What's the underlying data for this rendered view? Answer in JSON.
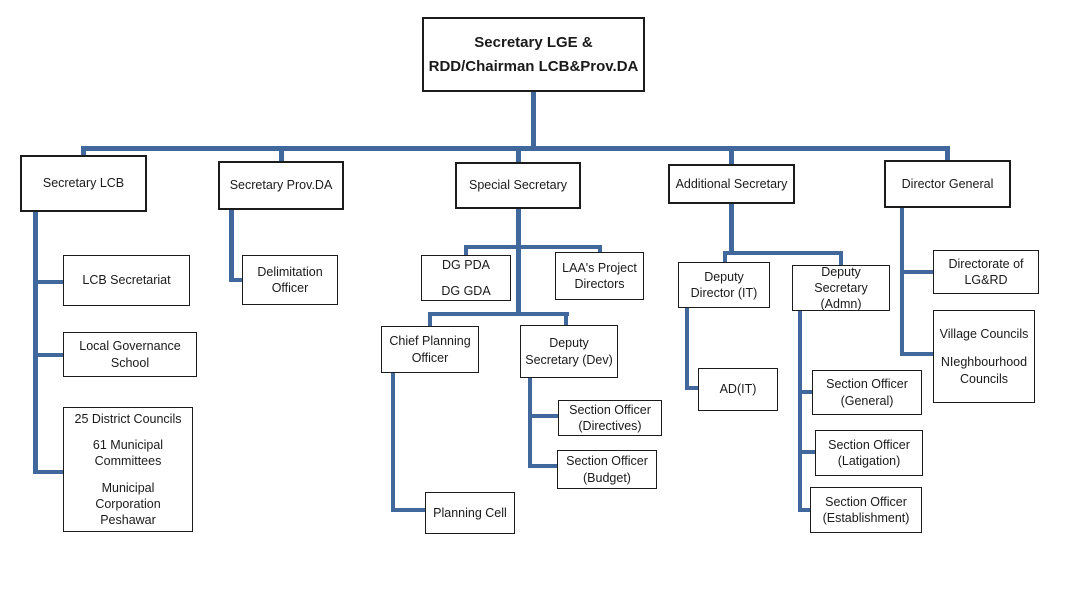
{
  "diagram": {
    "type": "org-chart",
    "colors": {
      "connector": "#40689C",
      "box_border": "#1c1c1c",
      "background": "#ffffff"
    },
    "nodes": {
      "top": {
        "lines": [
          "Secretary LGE &",
          "RDD/Chairman LCB&Prov.DA"
        ]
      },
      "sec_lcb": {
        "lines": [
          "Secretary LCB"
        ]
      },
      "sec_provda": {
        "lines": [
          "Secretary Prov.DA"
        ]
      },
      "special_sec": {
        "lines": [
          "Special Secretary"
        ]
      },
      "addl_sec": {
        "lines": [
          "Additional Secretary"
        ]
      },
      "dir_general": {
        "lines": [
          "Director General"
        ]
      },
      "lcb_secretariat": {
        "lines": [
          "LCB Secretariat"
        ]
      },
      "lg_school": {
        "lines": [
          "Local Governance",
          "School"
        ]
      },
      "councils": {
        "paras": [
          "25 District Councils",
          "61 Municipal Committees",
          "Municipal Corporation Peshawar"
        ]
      },
      "delimitation": {
        "lines": [
          "Delimitation",
          "Officer"
        ]
      },
      "dg_pda_gda": {
        "paras": [
          "DG PDA",
          "DG GDA"
        ]
      },
      "laa_project": {
        "lines": [
          "LAA's Project",
          "Directors"
        ]
      },
      "chief_planning": {
        "lines": [
          "Chief Planning",
          "Officer"
        ]
      },
      "ds_dev": {
        "lines": [
          "Deputy",
          "Secretary (Dev)"
        ]
      },
      "so_directives": {
        "lines": [
          "Section Officer",
          "(Directives)"
        ]
      },
      "so_budget": {
        "lines": [
          "Section Officer",
          "(Budget)"
        ]
      },
      "planning_cell": {
        "lines": [
          "Planning Cell"
        ]
      },
      "dd_it": {
        "lines": [
          "Deputy",
          "Director (IT)"
        ]
      },
      "ds_admn": {
        "lines": [
          "Deputy",
          "Secretary",
          "(Admn)"
        ]
      },
      "ad_it": {
        "lines": [
          "AD(IT)"
        ]
      },
      "so_general": {
        "lines": [
          "Section Officer",
          "(General)"
        ]
      },
      "so_latigation": {
        "lines": [
          "Section Officer",
          "(Latigation)"
        ]
      },
      "so_establishment": {
        "lines": [
          "Section Officer",
          "(Establishment)"
        ]
      },
      "directorate": {
        "lines": [
          "Directorate of",
          "LG&RD"
        ]
      },
      "village": {
        "paras": [
          "Village Councils",
          "NIeghbourhood Councils"
        ]
      }
    }
  }
}
